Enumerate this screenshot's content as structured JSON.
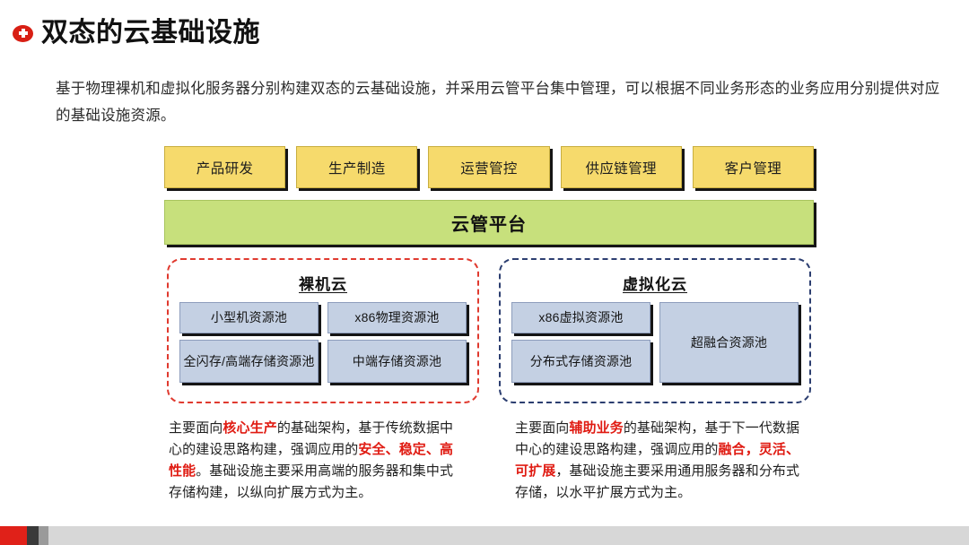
{
  "header": {
    "bullet_icon": "plus-circle-icon",
    "title": "双态的云基础设施"
  },
  "intro": {
    "paragraph": "基于物理裸机和虚拟化服务器分别构建双态的云基础设施，并采用云管平台集中管理，可以根据不同业务形态的业务应用分别提供对应的基础设施资源。"
  },
  "business_boxes": [
    {
      "label": "产品研发"
    },
    {
      "label": "生产制造"
    },
    {
      "label": "运营管控"
    },
    {
      "label": "供应链管理"
    },
    {
      "label": "客户管理"
    }
  ],
  "platform": {
    "label": "云管平台"
  },
  "clouds": [
    {
      "id": "bare-metal-cloud",
      "title": "裸机云",
      "border_color": "#E03A2F",
      "columns": [
        {
          "boxes": [
            {
              "label": "小型机资源池",
              "size": "small"
            },
            {
              "label": "全闪存/高端存储\n资源池",
              "size": "medium"
            }
          ]
        },
        {
          "boxes": [
            {
              "label": "x86物理资源池",
              "size": "small"
            },
            {
              "label": "中端存储资源池",
              "size": "medium"
            }
          ]
        }
      ]
    },
    {
      "id": "virtualized-cloud",
      "title": "虚拟化云",
      "border_color": "#2C3E70",
      "columns": [
        {
          "boxes": [
            {
              "label": "x86虚拟资源池",
              "size": "small"
            },
            {
              "label": "分布式存储\n资源池",
              "size": "medium"
            }
          ]
        },
        {
          "boxes": [
            {
              "label": "超融合资源池",
              "size": "tall"
            }
          ]
        }
      ]
    }
  ],
  "descriptions": [
    {
      "id": "bare-metal-description",
      "segments": [
        {
          "text": "主要面向",
          "highlight": false
        },
        {
          "text": "核心生产",
          "highlight": true
        },
        {
          "text": "的基础架构，基于传统数据中心的建设思路构建，强调应用的",
          "highlight": false
        },
        {
          "text": "安全、稳定、高性能",
          "highlight": true
        },
        {
          "text": "。基础设施主要采用高端的服务器和集中式存储构建，以纵向扩展方式为主。",
          "highlight": false
        }
      ]
    },
    {
      "id": "virtualized-description",
      "segments": [
        {
          "text": "主要面向",
          "highlight": false
        },
        {
          "text": "辅助业务",
          "highlight": true
        },
        {
          "text": "的基础架构，基于下一代数据中心的建设思路构建，强调应用的",
          "highlight": false
        },
        {
          "text": "融合，灵活、可扩展",
          "highlight": true
        },
        {
          "text": "，基础设施主要采用通用服务器和分布式存储，以水平扩展方式为主。",
          "highlight": false
        }
      ]
    }
  ],
  "colors": {
    "accent_red": "#E02119",
    "business_box": "#F6DA6C",
    "platform_bar": "#C7E07C",
    "resource_pool": "#C4D0E3",
    "highlight_text": "#E01B12"
  },
  "bottom_bar": {
    "segments": [
      "#E02119",
      "#3A3A3A",
      "#9A9A9A",
      "#D7D7D7"
    ]
  }
}
